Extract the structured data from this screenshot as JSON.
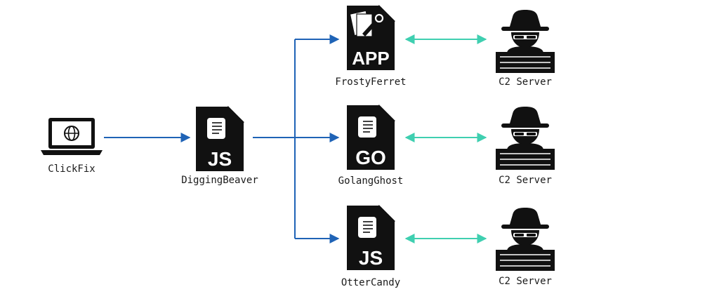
{
  "colors": {
    "flow_arrow": "#1f63b6",
    "c2_link": "#3fcfb0",
    "icon": "#111111",
    "background": "#ffffff"
  },
  "nodes": {
    "clickfix": {
      "label": "ClickFix",
      "icon": "laptop-globe-icon"
    },
    "diggingbeaver": {
      "label": "DiggingBeaver",
      "badge": "JS",
      "icon": "js-file-icon"
    },
    "frostyferret": {
      "label": "FrostyFerret",
      "badge": "APP",
      "icon": "app-file-icon"
    },
    "golangghost": {
      "label": "GolangGhost",
      "badge": "GO",
      "icon": "go-file-icon"
    },
    "ottercandy": {
      "label": "OtterCandy",
      "badge": "JS",
      "icon": "js-file-icon"
    },
    "c2_servers": [
      {
        "label": "C2 Server",
        "icon": "hacker-server-icon"
      },
      {
        "label": "C2 Server",
        "icon": "hacker-server-icon"
      },
      {
        "label": "C2 Server",
        "icon": "hacker-server-icon"
      }
    ]
  }
}
